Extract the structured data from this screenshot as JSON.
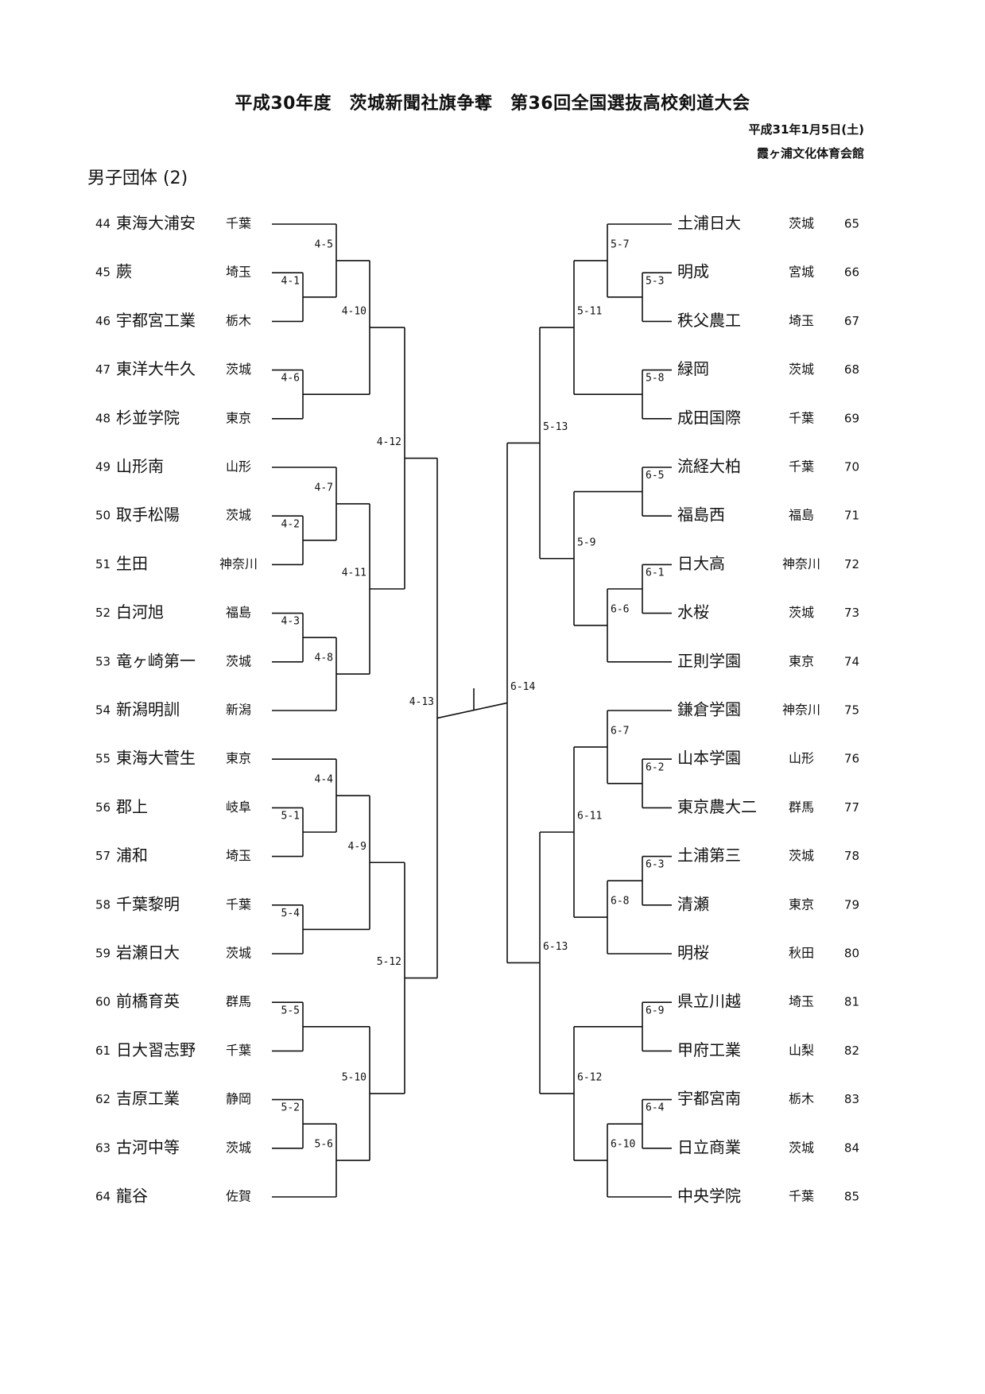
{
  "header": {
    "title": "平成30年度　茨城新聞社旗争奪　第36回全国選抜高校剣道大会",
    "date": "平成31年1月5日(土)",
    "venue": "霞ヶ浦文化体育会館",
    "section": "男子団体 (2)"
  },
  "left_teams": [
    {
      "num": "44",
      "name": "東海大浦安",
      "pref": "千葉"
    },
    {
      "num": "45",
      "name": "蕨",
      "pref": "埼玉"
    },
    {
      "num": "46",
      "name": "宇都宮工業",
      "pref": "栃木"
    },
    {
      "num": "47",
      "name": "東洋大牛久",
      "pref": "茨城"
    },
    {
      "num": "48",
      "name": "杉並学院",
      "pref": "東京"
    },
    {
      "num": "49",
      "name": "山形南",
      "pref": "山形"
    },
    {
      "num": "50",
      "name": "取手松陽",
      "pref": "茨城"
    },
    {
      "num": "51",
      "name": "生田",
      "pref": "神奈川"
    },
    {
      "num": "52",
      "name": "白河旭",
      "pref": "福島"
    },
    {
      "num": "53",
      "name": "竜ヶ崎第一",
      "pref": "茨城"
    },
    {
      "num": "54",
      "name": "新潟明訓",
      "pref": "新潟"
    },
    {
      "num": "55",
      "name": "東海大菅生",
      "pref": "東京"
    },
    {
      "num": "56",
      "name": "郡上",
      "pref": "岐阜"
    },
    {
      "num": "57",
      "name": "浦和",
      "pref": "埼玉"
    },
    {
      "num": "58",
      "name": "千葉黎明",
      "pref": "千葉"
    },
    {
      "num": "59",
      "name": "岩瀬日大",
      "pref": "茨城"
    },
    {
      "num": "60",
      "name": "前橋育英",
      "pref": "群馬"
    },
    {
      "num": "61",
      "name": "日大習志野",
      "pref": "千葉"
    },
    {
      "num": "62",
      "name": "吉原工業",
      "pref": "静岡"
    },
    {
      "num": "63",
      "name": "古河中等",
      "pref": "茨城"
    },
    {
      "num": "64",
      "name": "龍谷",
      "pref": "佐賀"
    }
  ],
  "right_teams": [
    {
      "num": "65",
      "name": "土浦日大",
      "pref": "茨城"
    },
    {
      "num": "66",
      "name": "明成",
      "pref": "宮城"
    },
    {
      "num": "67",
      "name": "秩父農工",
      "pref": "埼玉"
    },
    {
      "num": "68",
      "name": "緑岡",
      "pref": "茨城"
    },
    {
      "num": "69",
      "name": "成田国際",
      "pref": "千葉"
    },
    {
      "num": "70",
      "name": "流経大柏",
      "pref": "千葉"
    },
    {
      "num": "71",
      "name": "福島西",
      "pref": "福島"
    },
    {
      "num": "72",
      "name": "日大高",
      "pref": "神奈川"
    },
    {
      "num": "73",
      "name": "水桜",
      "pref": "茨城"
    },
    {
      "num": "74",
      "name": "正則学園",
      "pref": "東京"
    },
    {
      "num": "75",
      "name": "鎌倉学園",
      "pref": "神奈川"
    },
    {
      "num": "76",
      "name": "山本学園",
      "pref": "山形"
    },
    {
      "num": "77",
      "name": "東京農大二",
      "pref": "群馬"
    },
    {
      "num": "78",
      "name": "土浦第三",
      "pref": "茨城"
    },
    {
      "num": "79",
      "name": "清瀬",
      "pref": "東京"
    },
    {
      "num": "80",
      "name": "明桜",
      "pref": "秋田"
    },
    {
      "num": "81",
      "name": "県立川越",
      "pref": "埼玉"
    },
    {
      "num": "82",
      "name": "甲府工業",
      "pref": "山梨"
    },
    {
      "num": "83",
      "name": "宇都宮南",
      "pref": "栃木"
    },
    {
      "num": "84",
      "name": "日立商業",
      "pref": "茨城"
    },
    {
      "num": "85",
      "name": "中央学院",
      "pref": "千葉"
    }
  ],
  "left_matches": [
    {
      "label": "4-1",
      "a": [
        "t",
        1
      ],
      "b": [
        "t",
        2
      ]
    },
    {
      "label": "4-5",
      "a": [
        "t",
        0
      ],
      "b": [
        "m",
        0
      ]
    },
    {
      "label": "4-6",
      "a": [
        "t",
        3
      ],
      "b": [
        "t",
        4
      ]
    },
    {
      "label": "4-10",
      "a": [
        "m",
        1
      ],
      "b": [
        "m",
        2
      ]
    },
    {
      "label": "4-2",
      "a": [
        "t",
        6
      ],
      "b": [
        "t",
        7
      ]
    },
    {
      "label": "4-7",
      "a": [
        "t",
        5
      ],
      "b": [
        "m",
        4
      ]
    },
    {
      "label": "4-3",
      "a": [
        "t",
        8
      ],
      "b": [
        "t",
        9
      ]
    },
    {
      "label": "4-8",
      "a": [
        "m",
        6
      ],
      "b": [
        "t",
        10
      ]
    },
    {
      "label": "4-11",
      "a": [
        "m",
        5
      ],
      "b": [
        "m",
        7
      ]
    },
    {
      "label": "4-12",
      "a": [
        "m",
        3
      ],
      "b": [
        "m",
        8
      ]
    },
    {
      "label": "5-1",
      "a": [
        "t",
        12
      ],
      "b": [
        "t",
        13
      ]
    },
    {
      "label": "4-4",
      "a": [
        "t",
        11
      ],
      "b": [
        "m",
        10
      ]
    },
    {
      "label": "5-4",
      "a": [
        "t",
        14
      ],
      "b": [
        "t",
        15
      ]
    },
    {
      "label": "4-9",
      "a": [
        "m",
        11
      ],
      "b": [
        "m",
        12
      ]
    },
    {
      "label": "5-5",
      "a": [
        "t",
        16
      ],
      "b": [
        "t",
        17
      ]
    },
    {
      "label": "5-2",
      "a": [
        "t",
        18
      ],
      "b": [
        "t",
        19
      ]
    },
    {
      "label": "5-6",
      "a": [
        "m",
        15
      ],
      "b": [
        "t",
        20
      ]
    },
    {
      "label": "5-10",
      "a": [
        "m",
        14
      ],
      "b": [
        "m",
        16
      ]
    },
    {
      "label": "5-12",
      "a": [
        "m",
        13
      ],
      "b": [
        "m",
        17
      ]
    },
    {
      "label": "4-13",
      "a": [
        "m",
        9
      ],
      "b": [
        "m",
        18
      ]
    }
  ],
  "right_matches": [
    {
      "label": "5-3",
      "a": [
        "t",
        1
      ],
      "b": [
        "t",
        2
      ]
    },
    {
      "label": "5-7",
      "a": [
        "t",
        0
      ],
      "b": [
        "m",
        0
      ]
    },
    {
      "label": "5-8",
      "a": [
        "t",
        3
      ],
      "b": [
        "t",
        4
      ]
    },
    {
      "label": "5-11",
      "a": [
        "m",
        1
      ],
      "b": [
        "m",
        2
      ]
    },
    {
      "label": "6-5",
      "a": [
        "t",
        5
      ],
      "b": [
        "t",
        6
      ]
    },
    {
      "label": "6-1",
      "a": [
        "t",
        7
      ],
      "b": [
        "t",
        8
      ]
    },
    {
      "label": "6-6",
      "a": [
        "m",
        5
      ],
      "b": [
        "t",
        9
      ]
    },
    {
      "label": "5-9",
      "a": [
        "m",
        4
      ],
      "b": [
        "m",
        6
      ]
    },
    {
      "label": "5-13",
      "a": [
        "m",
        3
      ],
      "b": [
        "m",
        7
      ]
    },
    {
      "label": "6-2",
      "a": [
        "t",
        11
      ],
      "b": [
        "t",
        12
      ]
    },
    {
      "label": "6-7",
      "a": [
        "t",
        10
      ],
      "b": [
        "m",
        9
      ]
    },
    {
      "label": "6-3",
      "a": [
        "t",
        13
      ],
      "b": [
        "t",
        14
      ]
    },
    {
      "label": "6-8",
      "a": [
        "m",
        11
      ],
      "b": [
        "t",
        15
      ]
    },
    {
      "label": "6-11",
      "a": [
        "m",
        10
      ],
      "b": [
        "m",
        12
      ]
    },
    {
      "label": "6-9",
      "a": [
        "t",
        16
      ],
      "b": [
        "t",
        17
      ]
    },
    {
      "label": "6-4",
      "a": [
        "t",
        18
      ],
      "b": [
        "t",
        19
      ]
    },
    {
      "label": "6-10",
      "a": [
        "m",
        15
      ],
      "b": [
        "t",
        20
      ]
    },
    {
      "label": "6-12",
      "a": [
        "m",
        14
      ],
      "b": [
        "m",
        16
      ]
    },
    {
      "label": "6-13",
      "a": [
        "m",
        13
      ],
      "b": [
        "m",
        17
      ]
    },
    {
      "label": "6-14",
      "a": [
        "m",
        8
      ],
      "b": [
        "m",
        18
      ]
    }
  ]
}
